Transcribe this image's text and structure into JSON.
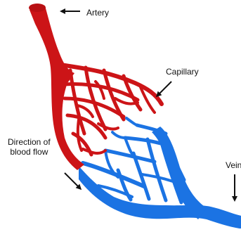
{
  "labels": {
    "artery": "Artery",
    "capillary": "Capillary",
    "direction_line1": "Direction of",
    "direction_line2": "blood flow",
    "vein": "Vein"
  },
  "colors": {
    "artery": "#cc1417",
    "vein": "#1b73e3",
    "arrow": "#111111",
    "background": "#ffffff"
  }
}
